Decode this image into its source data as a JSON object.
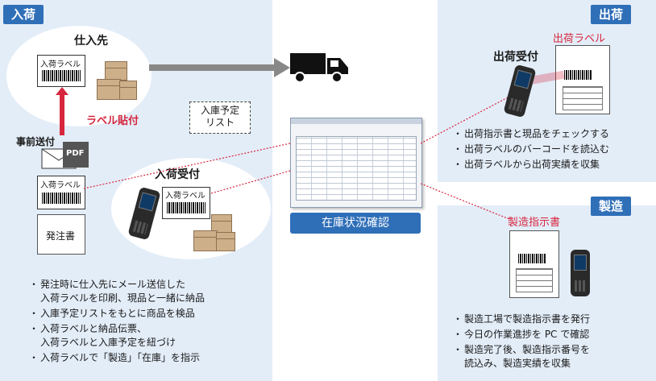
{
  "sections": {
    "nyuka": "入荷",
    "shukka": "出荷",
    "seizo": "製造"
  },
  "labels": {
    "shiiresaki": "仕入先",
    "nyuka_label_1": "入荷ラベル",
    "label_haritsuke": "ラベル貼付",
    "jizen_soufu": "事前送付",
    "pdf": "PDF",
    "nyuka_label_2": "入荷ラベル",
    "hacchusho": "発注書",
    "nyuko_yotei_list": "入庫予定\nリスト",
    "nyuka_uketsuke": "入荷受付",
    "nyuka_label_3": "入荷ラベル",
    "zaiko_joukyou": "在庫状況確認",
    "shukka_label": "出荷ラベル",
    "shukka_uketsuke": "出荷受付",
    "seizo_shijisho": "製造指示書"
  },
  "bullets": {
    "nyuka": [
      "発注時に仕入先にメール送信した\n入荷ラベルを印刷、現品と一緒に納品",
      "入庫予定リストをもとに商品を検品",
      "入荷ラベルと納品伝票、\n入荷ラベルと入庫予定を紐づけ",
      "入荷ラベルで「製造」「在庫」を指示"
    ],
    "shukka": [
      "出荷指示書と現品をチェックする",
      "出荷ラベルのバーコードを読込む",
      "出荷ラベルから出荷実績を収集"
    ],
    "seizo": [
      "製造工場で製造指示書を発行",
      "今日の作業進捗を PC で確認",
      "製造完了後、製造指示番号を\n読込み、製造実績を収集"
    ]
  },
  "colors": {
    "panel": "#e3edf8",
    "accent": "#2f6fb8",
    "red": "#d7263d"
  }
}
